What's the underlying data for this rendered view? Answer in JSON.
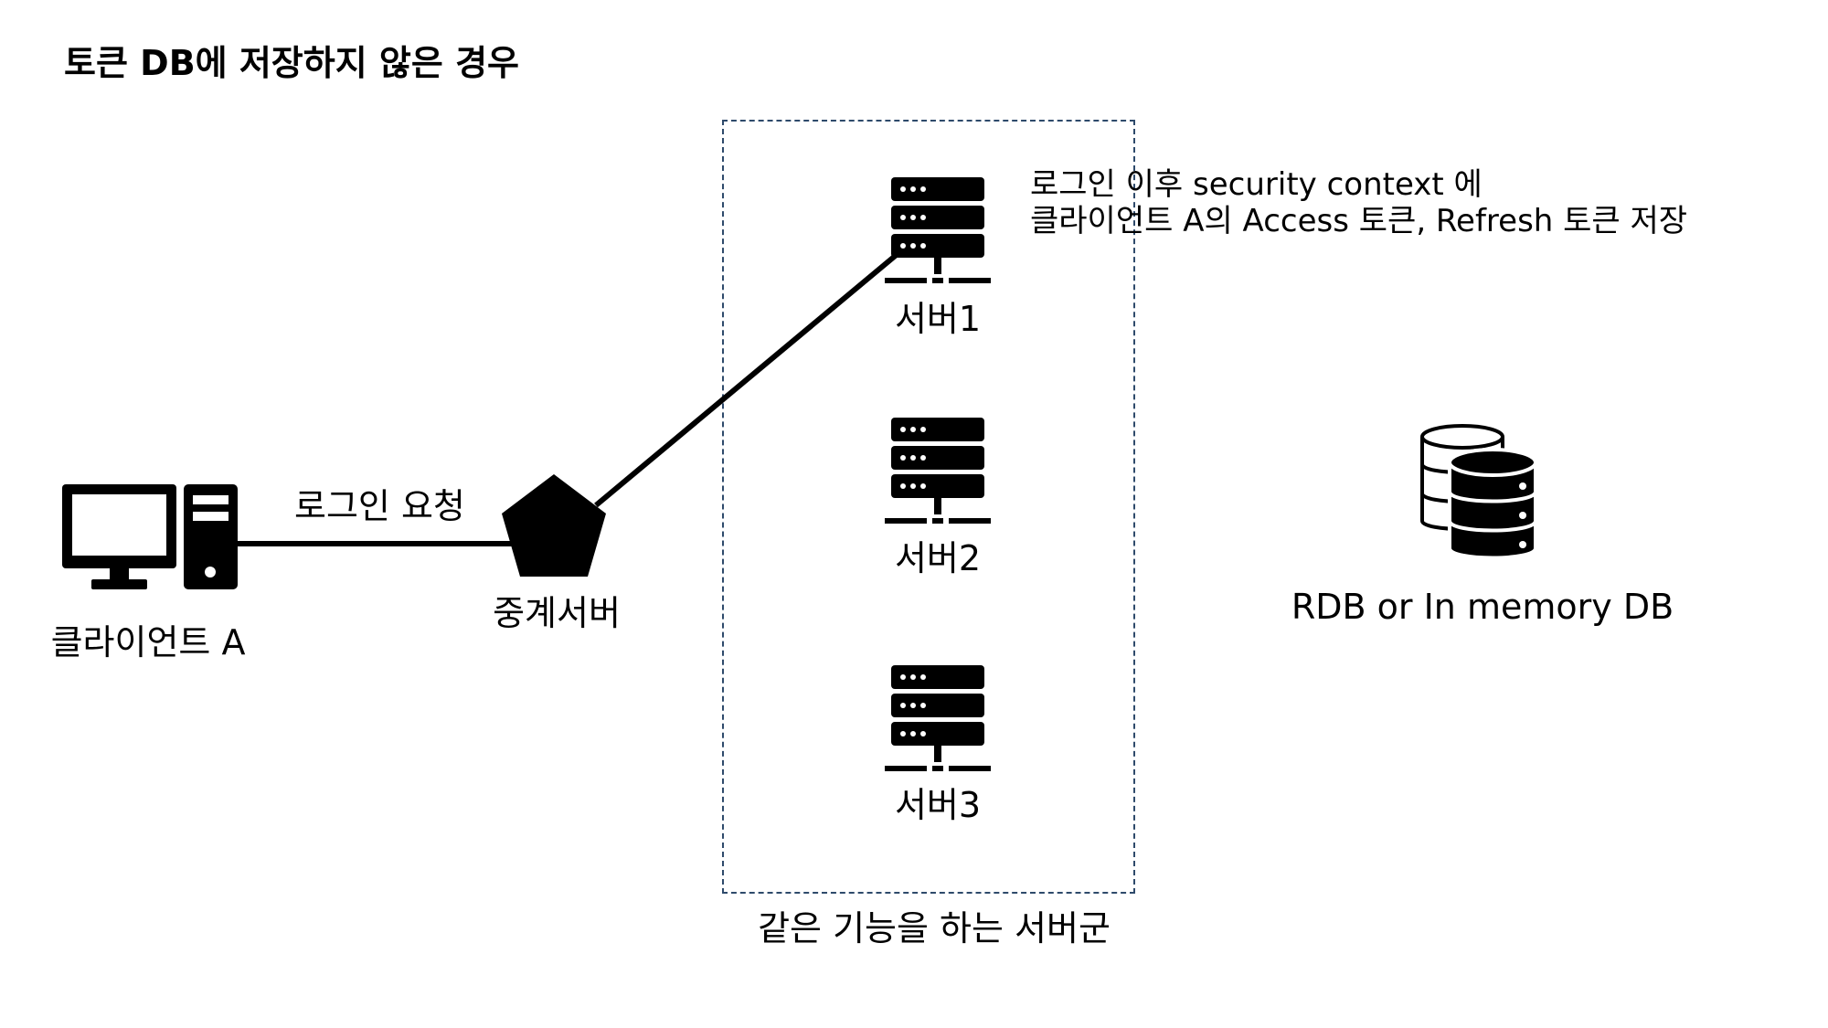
{
  "title": "토큰 DB에 저장하지 않은 경우",
  "client": {
    "label": "클라이언트 A",
    "icon": "desktop-computer-icon"
  },
  "connection": {
    "label": "로그인 요청"
  },
  "relay": {
    "label": "중계서버",
    "icon": "pentagon-icon"
  },
  "server_group": {
    "label": "같은 기능을 하는 서버군",
    "servers": [
      {
        "label": "서버1",
        "icon": "server-rack-icon"
      },
      {
        "label": "서버2",
        "icon": "server-rack-icon"
      },
      {
        "label": "서버3",
        "icon": "server-rack-icon"
      }
    ]
  },
  "note": {
    "line1": "로그인 이후 security context 에",
    "line2": "클라이언트 A의 Access 토큰, Refresh 토큰 저장"
  },
  "database": {
    "label": "RDB or In memory DB",
    "icon": "database-stack-icon"
  },
  "colors": {
    "line": "#000000",
    "group_border": "#2e4a6b"
  }
}
